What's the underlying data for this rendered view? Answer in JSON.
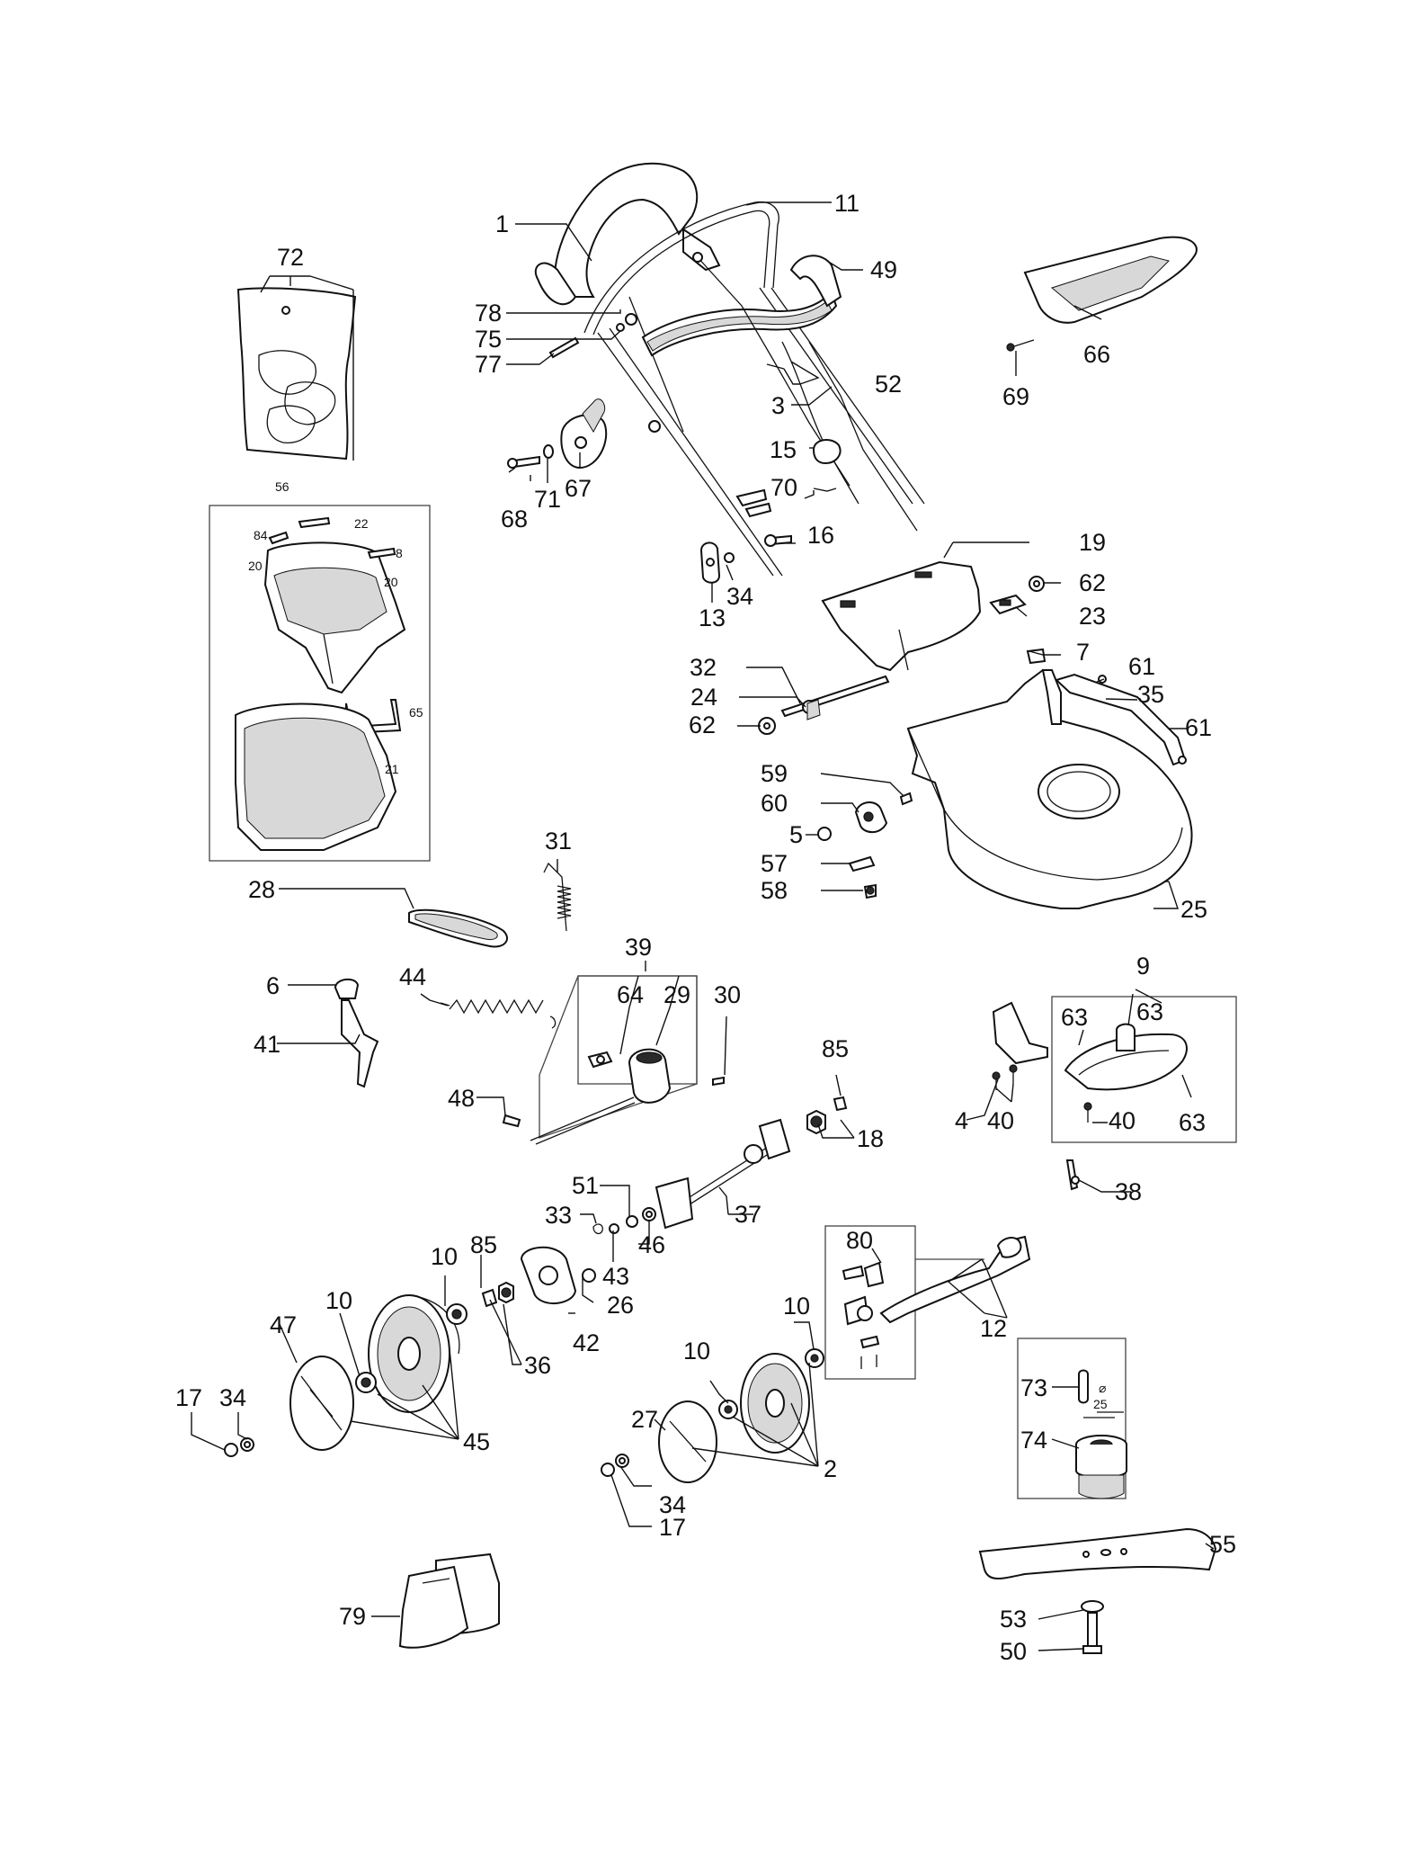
{
  "callouts": {
    "c1": "1",
    "c2": "2",
    "c3": "3",
    "c4": "4",
    "c5": "5",
    "c6": "6",
    "c7": "7",
    "c8": "8",
    "c9": "9",
    "c10": "10",
    "c11": "11",
    "c12": "12",
    "c13": "13",
    "c15": "15",
    "c16": "16",
    "c17": "17",
    "c18": "18",
    "c19": "19",
    "c20": "20",
    "c21": "21",
    "c22": "22",
    "c23": "23",
    "c24": "24",
    "c25": "25",
    "c26": "26",
    "c27": "27",
    "c28": "28",
    "c29": "29",
    "c30": "30",
    "c31": "31",
    "c32": "32",
    "c33": "33",
    "c34": "34",
    "c35": "35",
    "c36": "36",
    "c37": "37",
    "c38": "38",
    "c39": "39",
    "c40": "40",
    "c41": "41",
    "c42": "42",
    "c43": "43",
    "c44": "44",
    "c45": "45",
    "c46": "46",
    "c47": "47",
    "c48": "48",
    "c49": "49",
    "c50": "50",
    "c51": "51",
    "c52": "52",
    "c53": "53",
    "c55": "55",
    "c56": "56",
    "c57": "57",
    "c58": "58",
    "c59": "59",
    "c60": "60",
    "c61": "61",
    "c62": "62",
    "c63": "63",
    "c64": "64",
    "c65": "65",
    "c66": "66",
    "c67": "67",
    "c68": "68",
    "c69": "69",
    "c70": "70",
    "c71": "71",
    "c72": "72",
    "c73": "73",
    "c74": "74",
    "c75": "75",
    "c77": "77",
    "c78": "78",
    "c79": "79",
    "c80": "80",
    "c84": "84",
    "c85": "85"
  },
  "dimension": {
    "symbol": "⌀",
    "value": "25"
  }
}
